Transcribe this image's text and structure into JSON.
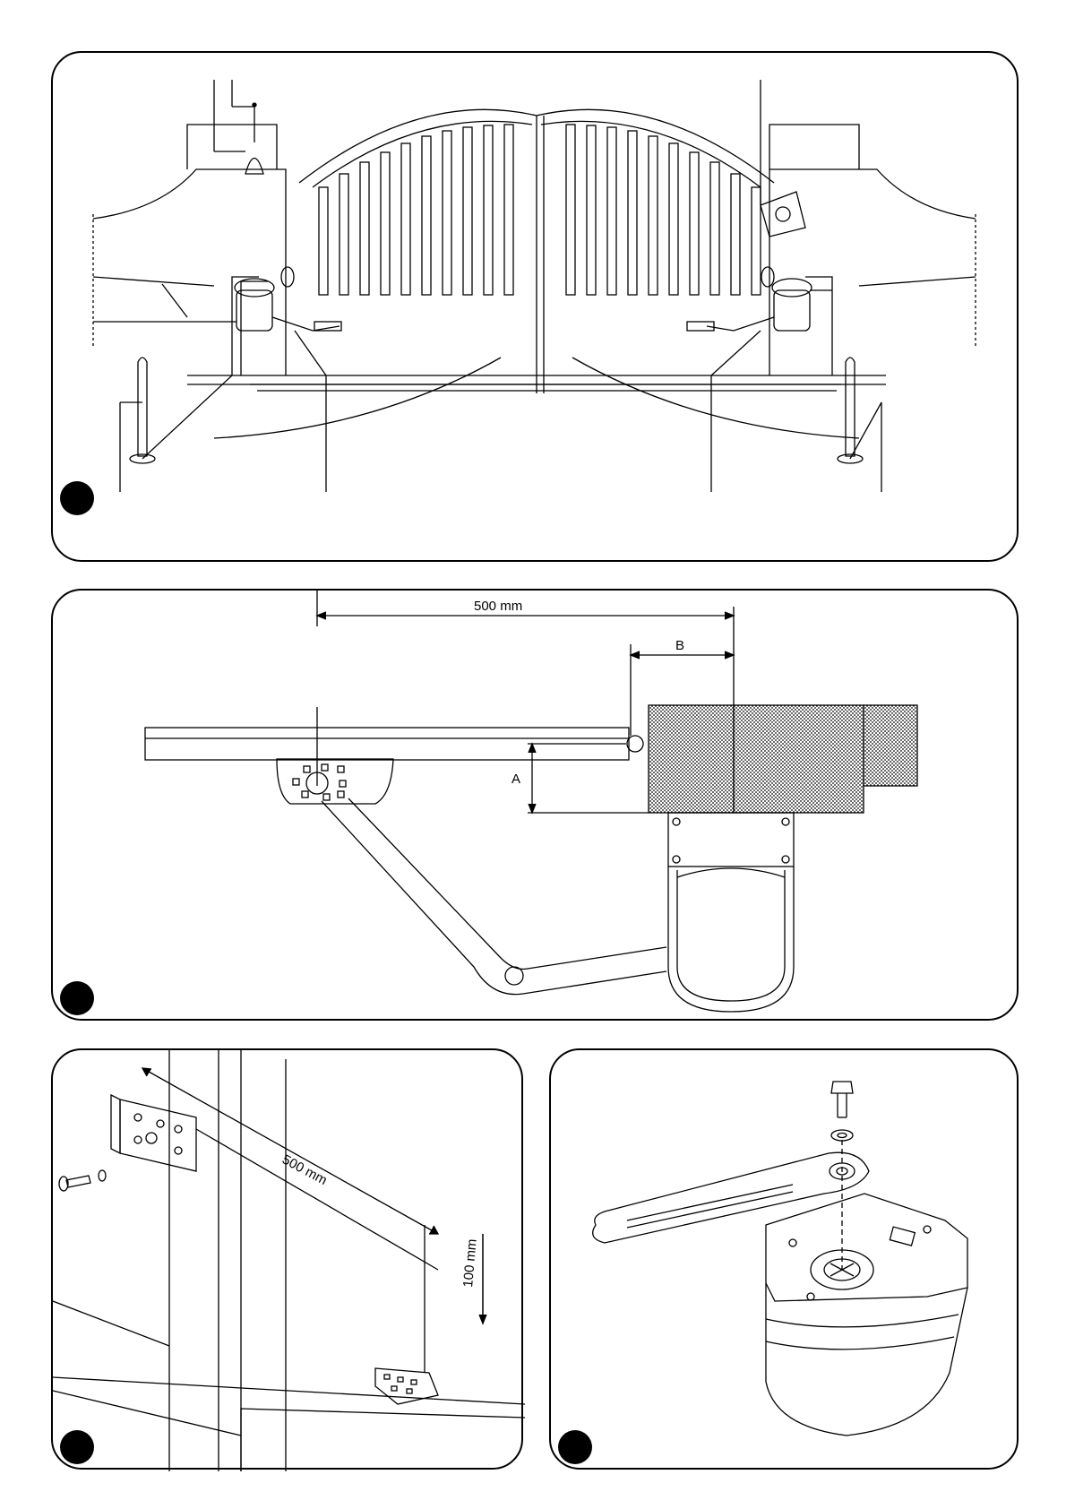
{
  "figure2": {
    "dimension_top": "500 mm",
    "label_b": "B",
    "label_a": "A"
  },
  "figure3": {
    "dimension_long": "500 mm",
    "dimension_short": "100 mm"
  }
}
